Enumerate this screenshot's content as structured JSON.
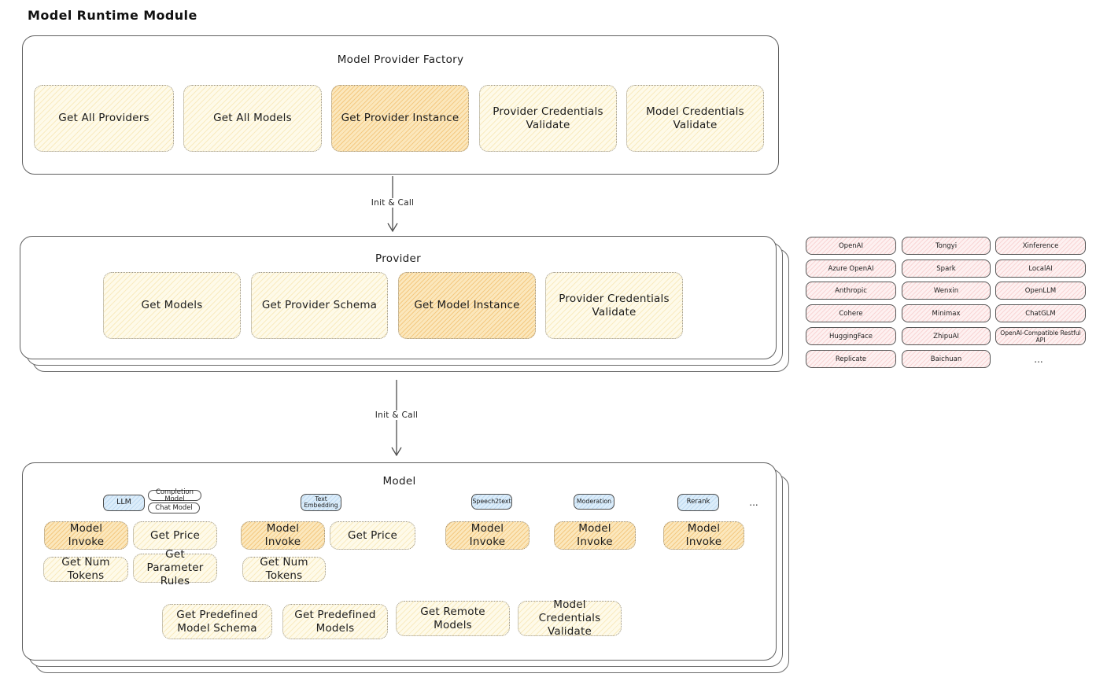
{
  "title": "Model Runtime Module",
  "colors": {
    "highlight_orange": "#fbe7bc",
    "light_yellow": "#fefae9",
    "provider_pink": "#fdf1f1",
    "capability_blue": "#dcedfa",
    "stroke_gray": "#5f5f5f"
  },
  "arrows": {
    "init_call_1": "Init & Call",
    "init_call_2": "Init & Call"
  },
  "factory": {
    "title": "Model Provider Factory",
    "buttons": {
      "get_all_providers": "Get All Providers",
      "get_all_models": "Get All Models",
      "get_provider_instance": "Get Provider Instance",
      "provider_credentials_validate": "Provider Credentials Validate",
      "model_credentials_validate": "Model Credentials Validate"
    }
  },
  "provider": {
    "title": "Provider",
    "buttons": {
      "get_models": "Get Models",
      "get_provider_schema": "Get Provider Schema",
      "get_model_instance": "Get Model Instance",
      "provider_credentials_validate": "Provider Credentials Validate"
    }
  },
  "providers_list": {
    "items": [
      "OpenAI",
      "Tongyi",
      "Xinference",
      "Azure OpenAI",
      "Spark",
      "LocalAI",
      "Anthropic",
      "Wenxin",
      "OpenLLM",
      "Cohere",
      "Minimax",
      "ChatGLM",
      "HuggingFace",
      "ZhipuAI",
      "OpenAI-Compatible Restful API",
      "Replicate",
      "Baichuan"
    ],
    "more": "..."
  },
  "model": {
    "title": "Model",
    "tags": {
      "llm": "LLM",
      "completion_model": "Completion Model",
      "chat_model": "Chat Model",
      "text_embedding": "Text Embedding",
      "speech2text": "Speech2text",
      "moderation": "Moderation",
      "rerank": "Rerank",
      "more": "..."
    },
    "buttons": {
      "model_invoke": "Model Invoke",
      "get_price": "Get Price",
      "get_num_tokens": "Get Num Tokens",
      "get_parameter_rules": "Get Parameter Rules",
      "get_predefined_model_schema": "Get Predefined Model Schema",
      "get_predefined_models": "Get Predefined Models",
      "get_remote_models": "Get Remote Models",
      "model_credentials_validate": "Model Credentials Validate"
    }
  }
}
